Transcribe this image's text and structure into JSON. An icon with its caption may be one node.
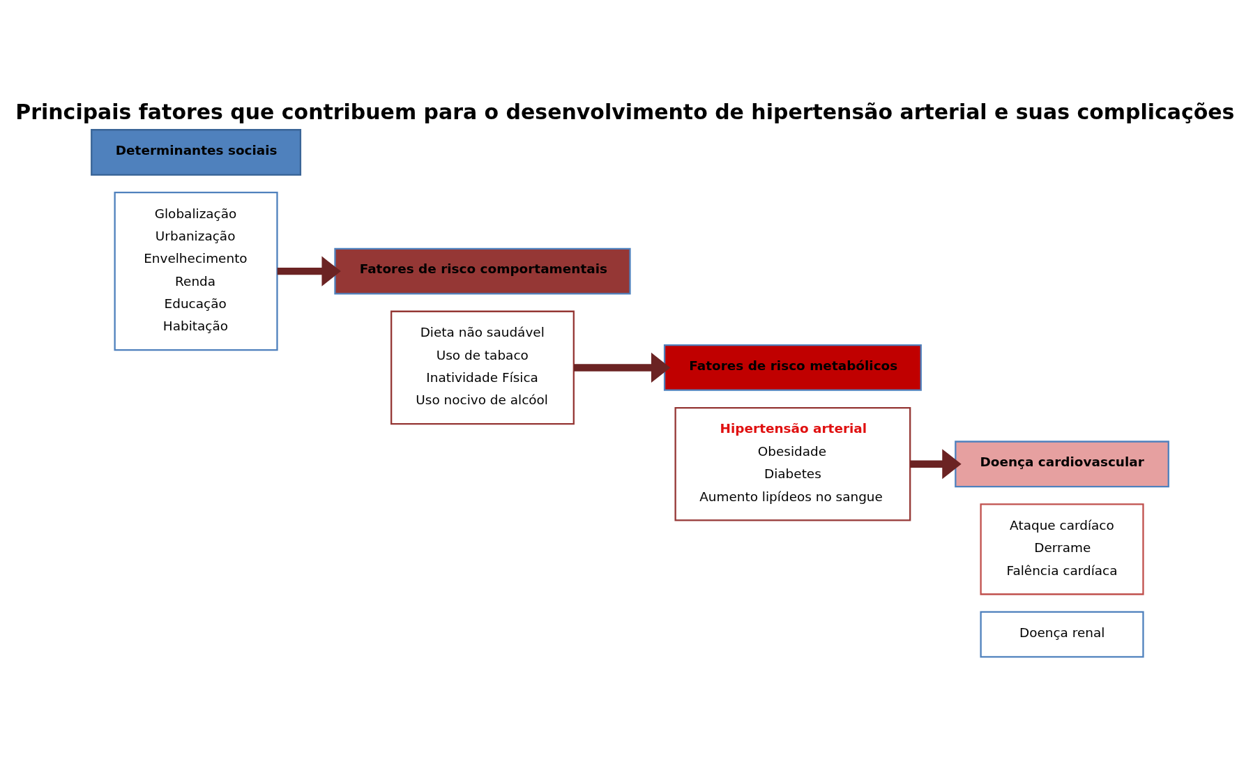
{
  "diagram": {
    "title": "Principais fatores que contribuem para o desenvolvimento de hipertensão arterial e suas complicações",
    "nodes": [
      {
        "text": [
          "Globalização",
          "Urbanização",
          "Envelhecimento",
          "Renda",
          "Educação",
          "Habitação"
        ]
      },
      {
        "text": [
          "Determinantes sociais"
        ]
      },
      {
        "text": [
          "Fatores de risco comportamentais"
        ]
      },
      {
        "text": [
          "Dieta não saudável",
          "Uso de tabaco",
          "Inatividade Física",
          "Uso nocivo de alcóol"
        ]
      },
      {
        "text": [
          "Hipertensão arterial",
          "Obesidade",
          "Diabetes",
          "Aumento lipídeos no sangue"
        ]
      },
      {
        "text": [
          "Fatores de risco metabólicos"
        ]
      },
      {
        "text": [
          "Doença cardiovascular"
        ]
      },
      {
        "text": [
          "Ataque cardíaco",
          "Derrame",
          "Falência cardíaca"
        ]
      },
      {
        "text": [
          "Doença renal"
        ]
      }
    ],
    "edges": [
      {
        "from": 0,
        "to": 2,
        "arrow": "to"
      },
      {
        "from": 3,
        "to": 5,
        "arrow": "to"
      },
      {
        "from": 4,
        "to": 6,
        "arrow": "to"
      }
    ]
  }
}
